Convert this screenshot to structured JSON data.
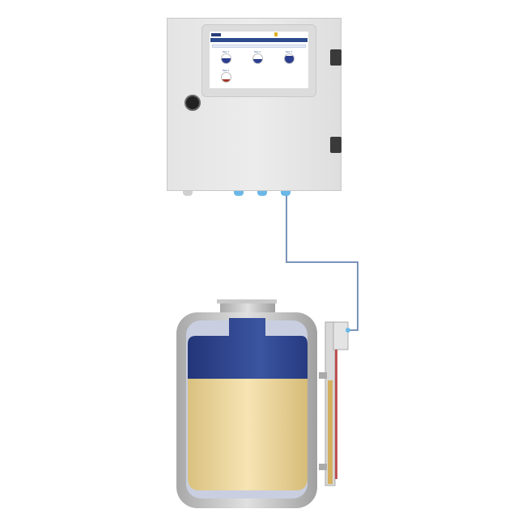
{
  "screen": {
    "nav": [
      "",
      "",
      "",
      "",
      ""
    ],
    "tanks": [
      {
        "label": "Tank 1",
        "level": 0.55,
        "color": "#2a3d8f"
      },
      {
        "label": "Tank 2",
        "level": 0.45,
        "color": "#2a3d8f"
      },
      {
        "label": "Tank 3",
        "level": 0.8,
        "color": "#2a3d8f"
      },
      {
        "label": "Tank 4",
        "level": 0.25,
        "color": "#a03020"
      }
    ]
  },
  "tank": {
    "liquid_level": 0.66,
    "top_color": "#2c3f8c",
    "liquid_color": "#f2dba0"
  },
  "colors": {
    "cable": "#7b93b8",
    "enclosure": "#e6e6e6"
  }
}
